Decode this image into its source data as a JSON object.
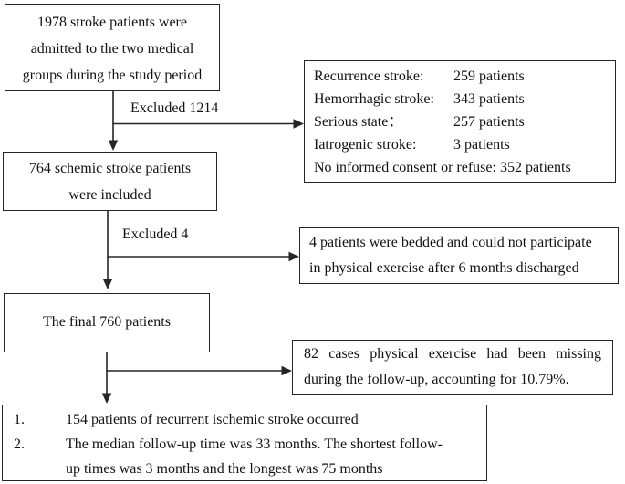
{
  "diagram": {
    "colors": {
      "border": "#262626",
      "text": "#121212",
      "background": "#ffffff"
    },
    "main_flow": {
      "box1_lines": [
        "1978 stroke patients were",
        "admitted to the two medical",
        "groups during the study period"
      ],
      "box2_lines": [
        "764 schemic stroke patients",
        "were included"
      ],
      "box3_text": "The final 760 patients",
      "final_items": [
        {
          "num": "1.",
          "lines": [
            "154 patients of recurrent ischemic stroke occurred"
          ]
        },
        {
          "num": "2.",
          "lines": [
            "The median follow-up time was 33 months. The shortest follow-",
            "up times was 3 months and the longest was 75 months"
          ]
        }
      ]
    },
    "branch_labels": {
      "excluded_1": "Excluded 1214",
      "excluded_2": "Excluded 4"
    },
    "side_boxes": {
      "exclusions": {
        "rows": [
          {
            "label": "Recurrence stroke:",
            "value": "259 patients"
          },
          {
            "label": "Hemorrhagic stroke:",
            "value": "343 patients"
          },
          {
            "label": "Serious state：",
            "value": " 257 patients"
          },
          {
            "label": "Iatrogenic stroke:",
            "value": "  3 patients"
          }
        ],
        "full_line": "No informed consent or refuse: 352 patients"
      },
      "bedded": {
        "lines": [
          "4 patients were bedded and could not participate",
          "in physical exercise after 6 months discharged"
        ]
      },
      "missing": {
        "lines": [
          "82 cases physical exercise had been missing",
          "during the follow-up, accounting for 10.79%."
        ]
      }
    }
  }
}
